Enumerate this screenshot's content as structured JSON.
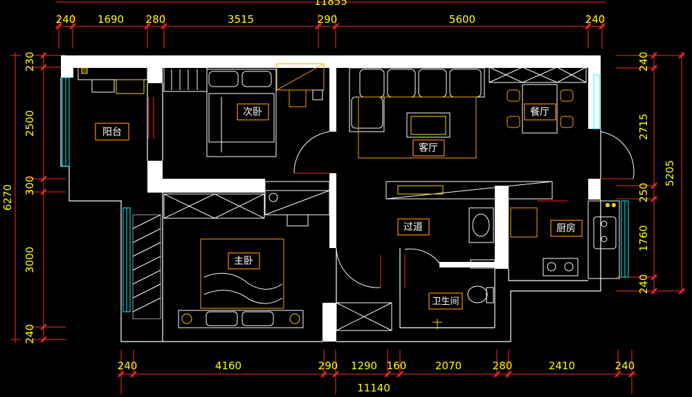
{
  "colors": {
    "background": "#000000",
    "wall": "#ffffff",
    "dimension": "#ff2a2a",
    "dimension_text": "#ffff00",
    "room_label_box": "#ff8c00",
    "furniture": "#ffffff",
    "window": "#00ffff",
    "accent": "#ffd700"
  },
  "top_total": "11855",
  "bottom_total": "11140",
  "top_dims": [
    "240",
    "1690",
    "280",
    "3515",
    "290",
    "5600",
    "240"
  ],
  "bottom_dims": [
    "240",
    "4160",
    "290",
    "1290",
    "160",
    "2070",
    "280",
    "2410",
    "240"
  ],
  "left_total": "6270",
  "left_dims": [
    "230",
    "2500",
    "300",
    "3000",
    "240"
  ],
  "right_total": "5205",
  "right_dims": [
    "240",
    "2715",
    "250",
    "1760",
    "240"
  ],
  "rooms": {
    "balcony": "阳台",
    "second_bedroom": "次卧",
    "living_room": "客厅",
    "dining_room": "餐厅",
    "corridor": "过道",
    "kitchen": "厨房",
    "master_bedroom": "主卧",
    "bathroom": "卫生间"
  }
}
